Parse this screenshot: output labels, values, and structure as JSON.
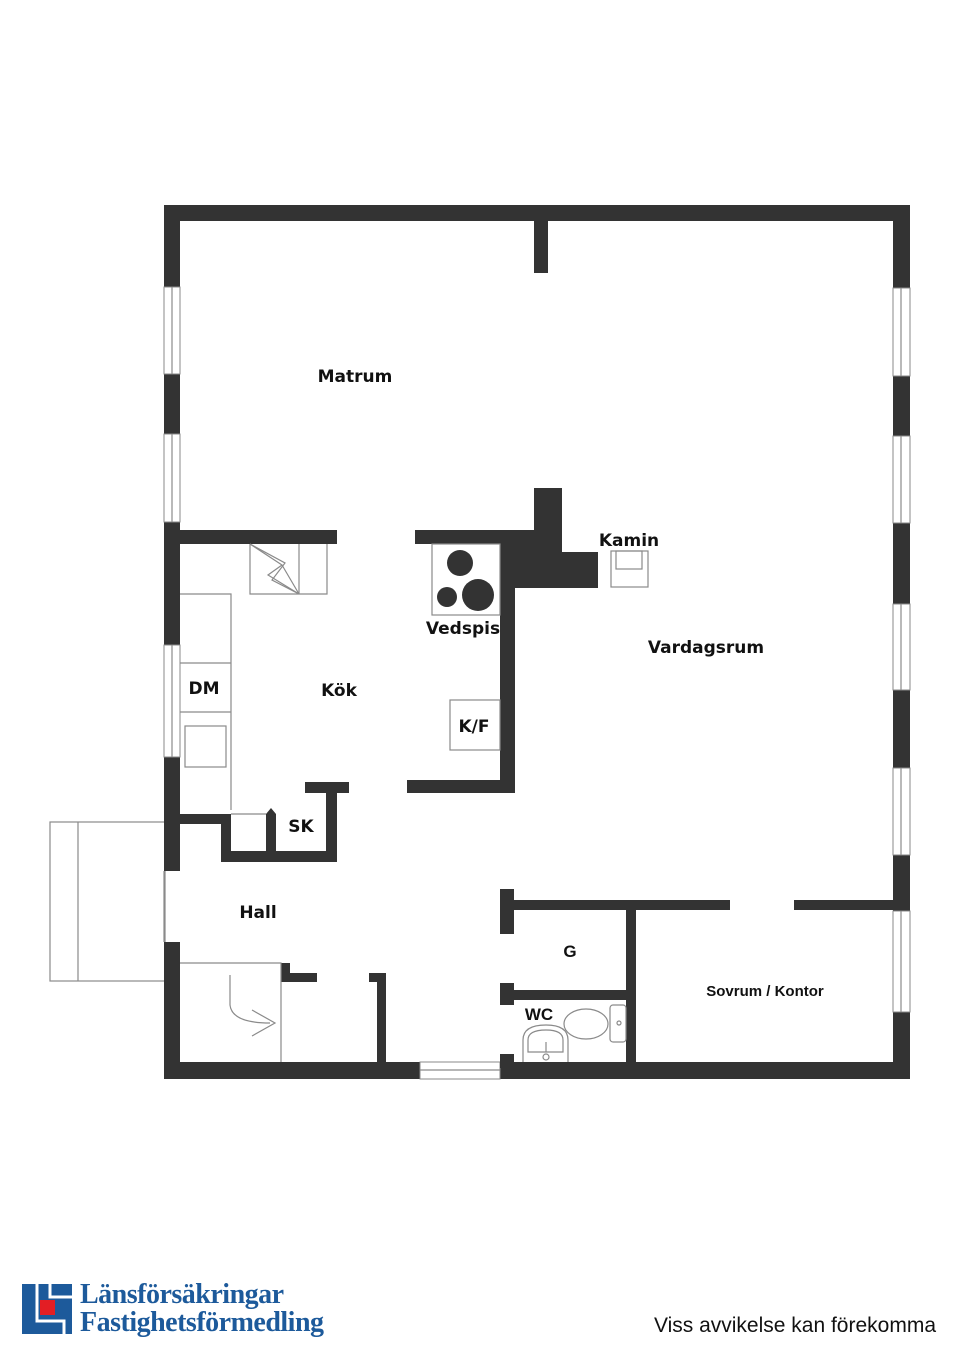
{
  "floorplan": {
    "rooms": {
      "matrum": "Matrum",
      "kamin": "Kamin",
      "vedspis": "Vedspis",
      "vardagsrum": "Vardagsrum",
      "kok": "Kök",
      "dm": "DM",
      "kf": "K/F",
      "sk": "SK",
      "hall": "Hall",
      "g": "G",
      "wc": "WC",
      "sovrum": "Sovrum / Kontor"
    },
    "colors": {
      "wall": "#333333",
      "line": "#8a8a8a"
    }
  },
  "footer": {
    "brand_line1": "Länsförsäkringar",
    "brand_line2": "Fastighetsförmedling",
    "brand_color": "#1d5a9b",
    "brand_accent": "#e31e24",
    "disclaimer": "Viss avvikelse kan förekomma"
  }
}
